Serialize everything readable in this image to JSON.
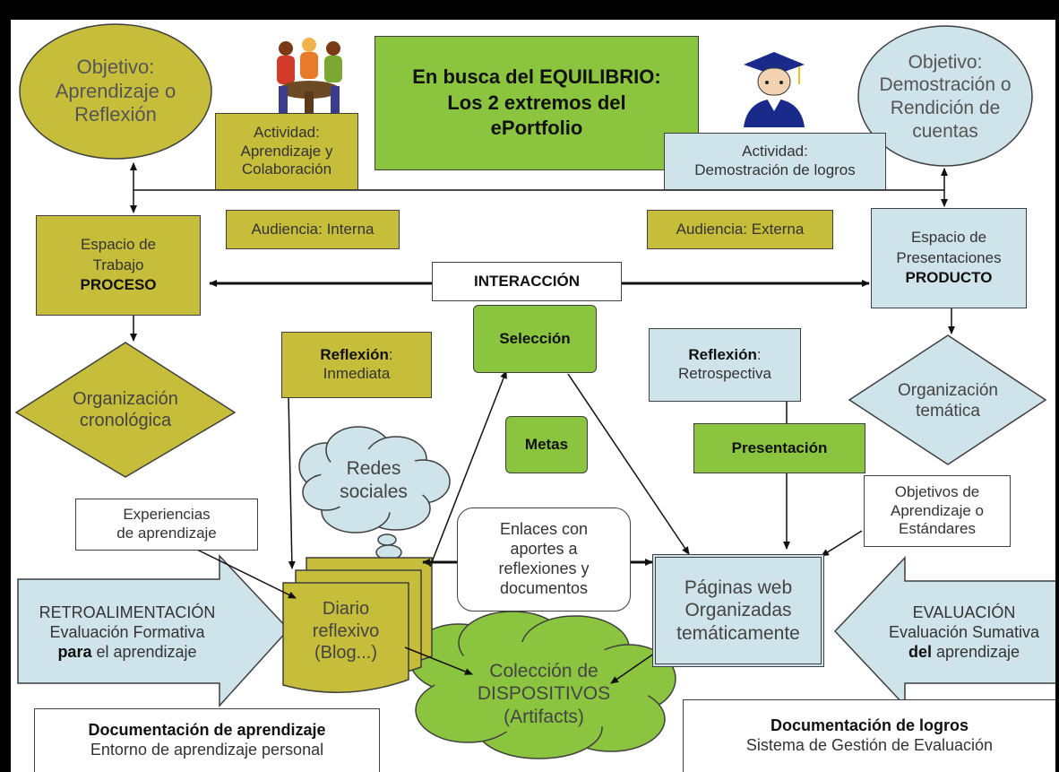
{
  "title": {
    "line1": "En busca del EQUILIBRIO:",
    "line2": "Los 2 extremos del",
    "line3": "ePortfolio"
  },
  "left_goal": {
    "line1": "Objetivo:",
    "line2": "Aprendizaje o",
    "line3": "Reflexión"
  },
  "right_goal": {
    "line1": "Objetivo:",
    "line2": "Demostración o",
    "line3": "Rendición de",
    "line4": "cuentas"
  },
  "activity_left": {
    "line1": "Actividad:",
    "line2": "Aprendizaje y",
    "line3": "Colaboración"
  },
  "activity_right": {
    "line1": "Actividad:",
    "line2": "Demostración de logros"
  },
  "audience_internal": "Audiencia: Interna",
  "audience_external": "Audiencia: Externa",
  "workspace": {
    "line1": "Espacio de",
    "line2": "Trabajo",
    "line3": "PROCESO"
  },
  "showcase": {
    "line1": "Espacio de",
    "line2": "Presentaciones",
    "line3": "PRODUCTO"
  },
  "interaction": "INTERACCIÓN",
  "chronological": {
    "line1": "Organización",
    "line2": "cronológica"
  },
  "thematic": {
    "line1": "Organización",
    "line2": "temática"
  },
  "reflection_immediate": {
    "bold": "Reflexión",
    "colon": ":",
    "line2": "Inmediata"
  },
  "reflection_retro": {
    "bold": "Reflexión",
    "colon": ":",
    "line2": "Retrospectiva"
  },
  "selection": "Selección",
  "goals": "Metas",
  "presentation": "Presentación",
  "social": {
    "line1": "Redes",
    "line2": "sociales"
  },
  "experiences": {
    "line1": "Experiencias",
    "line2": "de aprendizaje"
  },
  "objectives": {
    "line1": "Objetivos de",
    "line2": "Aprendizaje o",
    "line3": "Estándares"
  },
  "links": {
    "line1": "Enlaces con",
    "line2": "aportes a",
    "line3": "reflexiones y",
    "line4": "documentos"
  },
  "journal": {
    "line1": "Diario",
    "line2": "reflexivo",
    "line3": "(Blog...)"
  },
  "web_pages": {
    "line1": "Páginas web",
    "line2": "Organizadas",
    "line3": "temáticamente"
  },
  "collection": {
    "line1": "Colección de",
    "line2": "DISPOSITIVOS",
    "line3": "(Artifacts)"
  },
  "feedback": {
    "line1": "RETROALIMENTACIÓN",
    "line2": "Evaluación Formativa",
    "bold": "para",
    "line3_rest": " el aprendizaje"
  },
  "evaluation": {
    "line1": "EVALUACIÓN",
    "line2": "Evaluación Sumativa",
    "bold": "del",
    "line3_rest": " aprendizaje"
  },
  "doc_learning": {
    "bold": "Documentación de aprendizaje",
    "line2": "Entorno de aprendizaje personal"
  },
  "doc_achievements": {
    "bold": "Documentación de logros",
    "line2": "Sistema de Gestión de Evaluación"
  },
  "colors": {
    "olive": "#c6bd3a",
    "light_blue": "#cfe3ea",
    "green": "#8bc43f",
    "border": "#3f3f3f"
  },
  "icons": [
    "group-of-people-icon",
    "graduate-icon"
  ]
}
